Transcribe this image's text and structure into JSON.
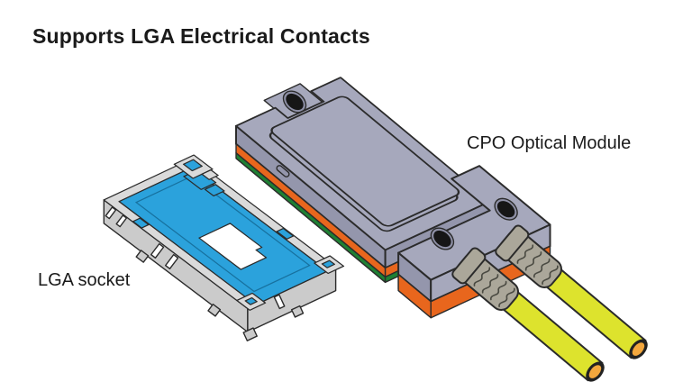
{
  "title": "Supports LGA Electrical Contacts",
  "labels": {
    "module": "CPO Optical Module",
    "socket": "LGA socket"
  },
  "colors": {
    "background": "#ffffff",
    "text": "#1a1a1a",
    "outline": "#2b2b2b",
    "module_gray": "#a6a8bc",
    "module_gray_dark": "#9496ac",
    "substrate_orange": "#e8661d",
    "pcb_green": "#1e8033",
    "socket_gray": "#dadada",
    "socket_gray_side": "#cbcbcb",
    "socket_blue": "#2ba2dc",
    "hole_black": "#161616",
    "boot_gray": "#aba79a",
    "cable_yellow": "#dde32d",
    "tip_orange": "#f3a73d"
  }
}
